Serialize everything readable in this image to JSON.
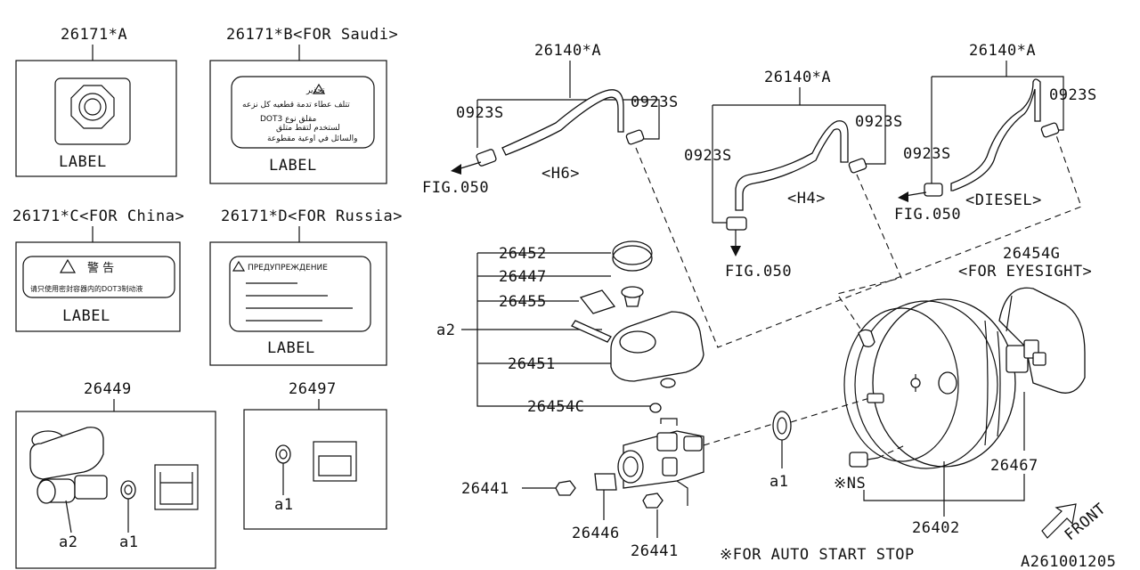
{
  "labels": {
    "l26171a": "26171*A",
    "l26171b": "26171*B<FOR Saudi>",
    "l26171c": "26171*C<FOR China>",
    "l26171d": "26171*D<FOR Russia>",
    "label_word": "LABEL",
    "saudi_line1": "تحذير",
    "saudi_line2": "تتلف عطاء تدمة قطعيه كل نزعه",
    "saudi_line3": "DOT3 مقلق نوع",
    "saudi_line4": "لستخدم لتقط متلق",
    "saudi_line5": "والسائل في اوعية مقطوعة",
    "china_title": "警  告",
    "china_text": "请只使用密封容器内的DOT3制动液",
    "russia_title": "ПРЕДУПРЕЖДЕНИЕ",
    "l26449": "26449",
    "l26497": "26497",
    "a1": "a1",
    "a2": "a2",
    "l26140a_1": "26140*A",
    "l26140a_2": "26140*A",
    "l26140a_3": "26140*A",
    "l0923s": "0923S",
    "fig050": "FIG.050",
    "h6": "<H6>",
    "h4": "<H4>",
    "diesel": "<DIESEL>",
    "l26452": "26452",
    "l26447": "26447",
    "l26455": "26455",
    "l26451": "26451",
    "l26454c": "26454C",
    "l26441": "26441",
    "l26446": "26446",
    "l26454g": "26454G",
    "for_eyesight": "<FOR EYESIGHT>",
    "l26467": "26467",
    "ns": "※NS",
    "l26402": "26402",
    "note": "※FOR AUTO START STOP",
    "front": "FRONT",
    "diagram_id": "A261001205"
  }
}
